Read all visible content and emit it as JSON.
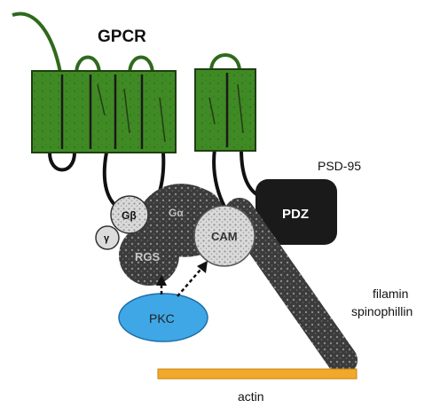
{
  "title": "GPCR",
  "labels": {
    "psd95": "PSD-95",
    "pdz": "PDZ",
    "gb": "Gβ",
    "ga": "Gα",
    "gg": "γ",
    "cam": "CAM",
    "rgs": "RGS",
    "pkc": "PKC",
    "filamin": "filamin",
    "spinophillin": "spinophillin",
    "actin": "actin"
  },
  "colors": {
    "membrane_green": "#3f8a24",
    "pkc_blue": "#3fa7e6",
    "actin_orange": "#f2a828",
    "dark": "#1c1c1c"
  }
}
